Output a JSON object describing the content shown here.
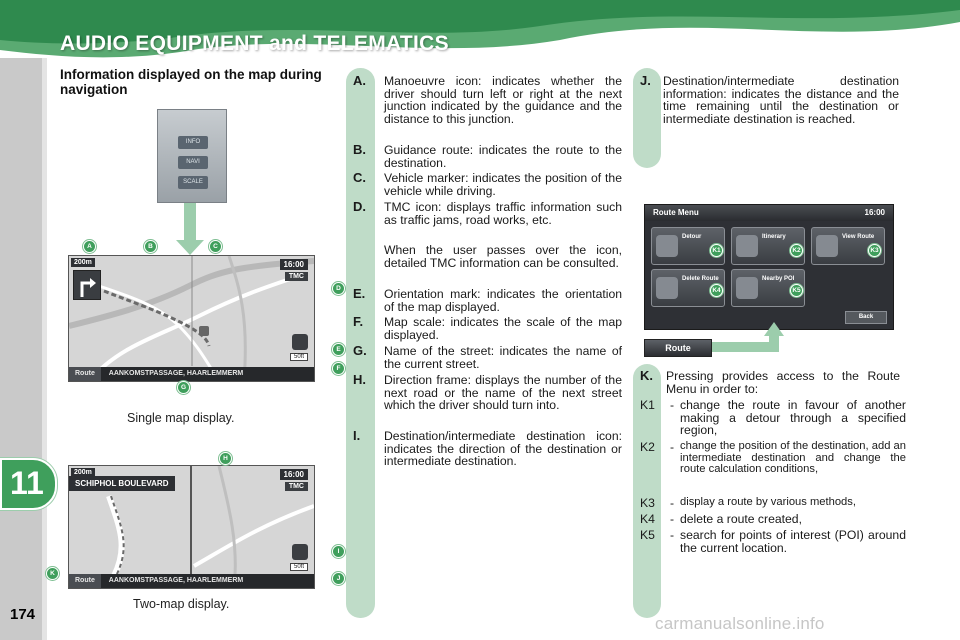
{
  "header": {
    "title": "AUDIO EQUIPMENT and TELEMATICS"
  },
  "chapter": {
    "number": "11"
  },
  "page": {
    "number": "174"
  },
  "watermark": "carmanualsonline.info",
  "section_title": "Information displayed on the map during navigation",
  "items_left": [
    {
      "label": "A.",
      "text": "Manoeuvre icon: indicates whether the driver should turn left or right at the next junction indicated by the guidance and the distance to this junction."
    },
    {
      "label": "B.",
      "text": "Guidance route: indicates the route to the destination."
    },
    {
      "label": "C.",
      "text": "Vehicle marker: indicates the position of the vehicle while driving."
    },
    {
      "label": "D.",
      "text": "TMC icon: displays traffic information such as traffic jams, road works, etc."
    },
    {
      "label": "",
      "text": "When the user passes over the icon, detailed TMC information can be consulted."
    },
    {
      "label": "E.",
      "text": "Orientation mark: indicates the orientation of the map displayed."
    },
    {
      "label": "F.",
      "text": "Map scale: indicates the scale of the map displayed."
    },
    {
      "label": "G.",
      "text": "Name of the street: indicates the name of the current street."
    },
    {
      "label": "H.",
      "text": "Direction frame: displays the number of the next road or the name of the next street which the driver should turn into."
    },
    {
      "label": "I.",
      "text": "Destination/intermediate destination icon: indicates the direction of the destination or intermediate destination."
    }
  ],
  "item_j": {
    "label": "J.",
    "text": "Destination/intermediate destination information: indicates the distance and the time remaining until the destination or intermediate destination is reached."
  },
  "item_k": {
    "label": "K.",
    "text": "Pressing provides access to the Route Menu in order to:"
  },
  "k_list": [
    {
      "code": "K1",
      "text": "change the route in favour of another making a detour through a specified region,"
    },
    {
      "code": "K2",
      "text": "change the position of the destination, add an intermediate destination and change the route calculation conditions,"
    },
    {
      "code": "K3",
      "text": "display a route by various methods,"
    },
    {
      "code": "K4",
      "text": "delete a route created,"
    },
    {
      "code": "K5",
      "text": "search for points of interest (POI) around the current location."
    }
  ],
  "captions": {
    "single": "Single map display.",
    "two": "Two-map display."
  },
  "device_buttons": [
    "INFO",
    "NAVI",
    "SCALE"
  ],
  "map": {
    "time": "16:00",
    "tmc": "TMC",
    "distance": "200m",
    "route_tab": "Route",
    "street": "AANKOMSTPASSAGE, HAARLEMMERM",
    "scale": "50ft",
    "direction_frame": "SCHIPHOL BOULEVARD"
  },
  "callouts_single": [
    "A",
    "B",
    "C",
    "D",
    "E",
    "F",
    "G"
  ],
  "callouts_two": [
    "H",
    "I",
    "J",
    "K"
  ],
  "route_menu": {
    "title": "Route Menu",
    "time": "16:00",
    "buttons": [
      {
        "label": "Detour",
        "code": "K1"
      },
      {
        "label": "Itinerary",
        "code": "K2"
      },
      {
        "label": "View Route",
        "code": "K3"
      },
      {
        "label": "Delete Route",
        "code": "K4"
      },
      {
        "label": "Nearby POI",
        "code": "K5"
      }
    ],
    "back": "Back",
    "route_button": "Route"
  },
  "colors": {
    "accent": "#3f9f5c",
    "pill": "#bfdcc8",
    "header": "#2f8a4e"
  }
}
